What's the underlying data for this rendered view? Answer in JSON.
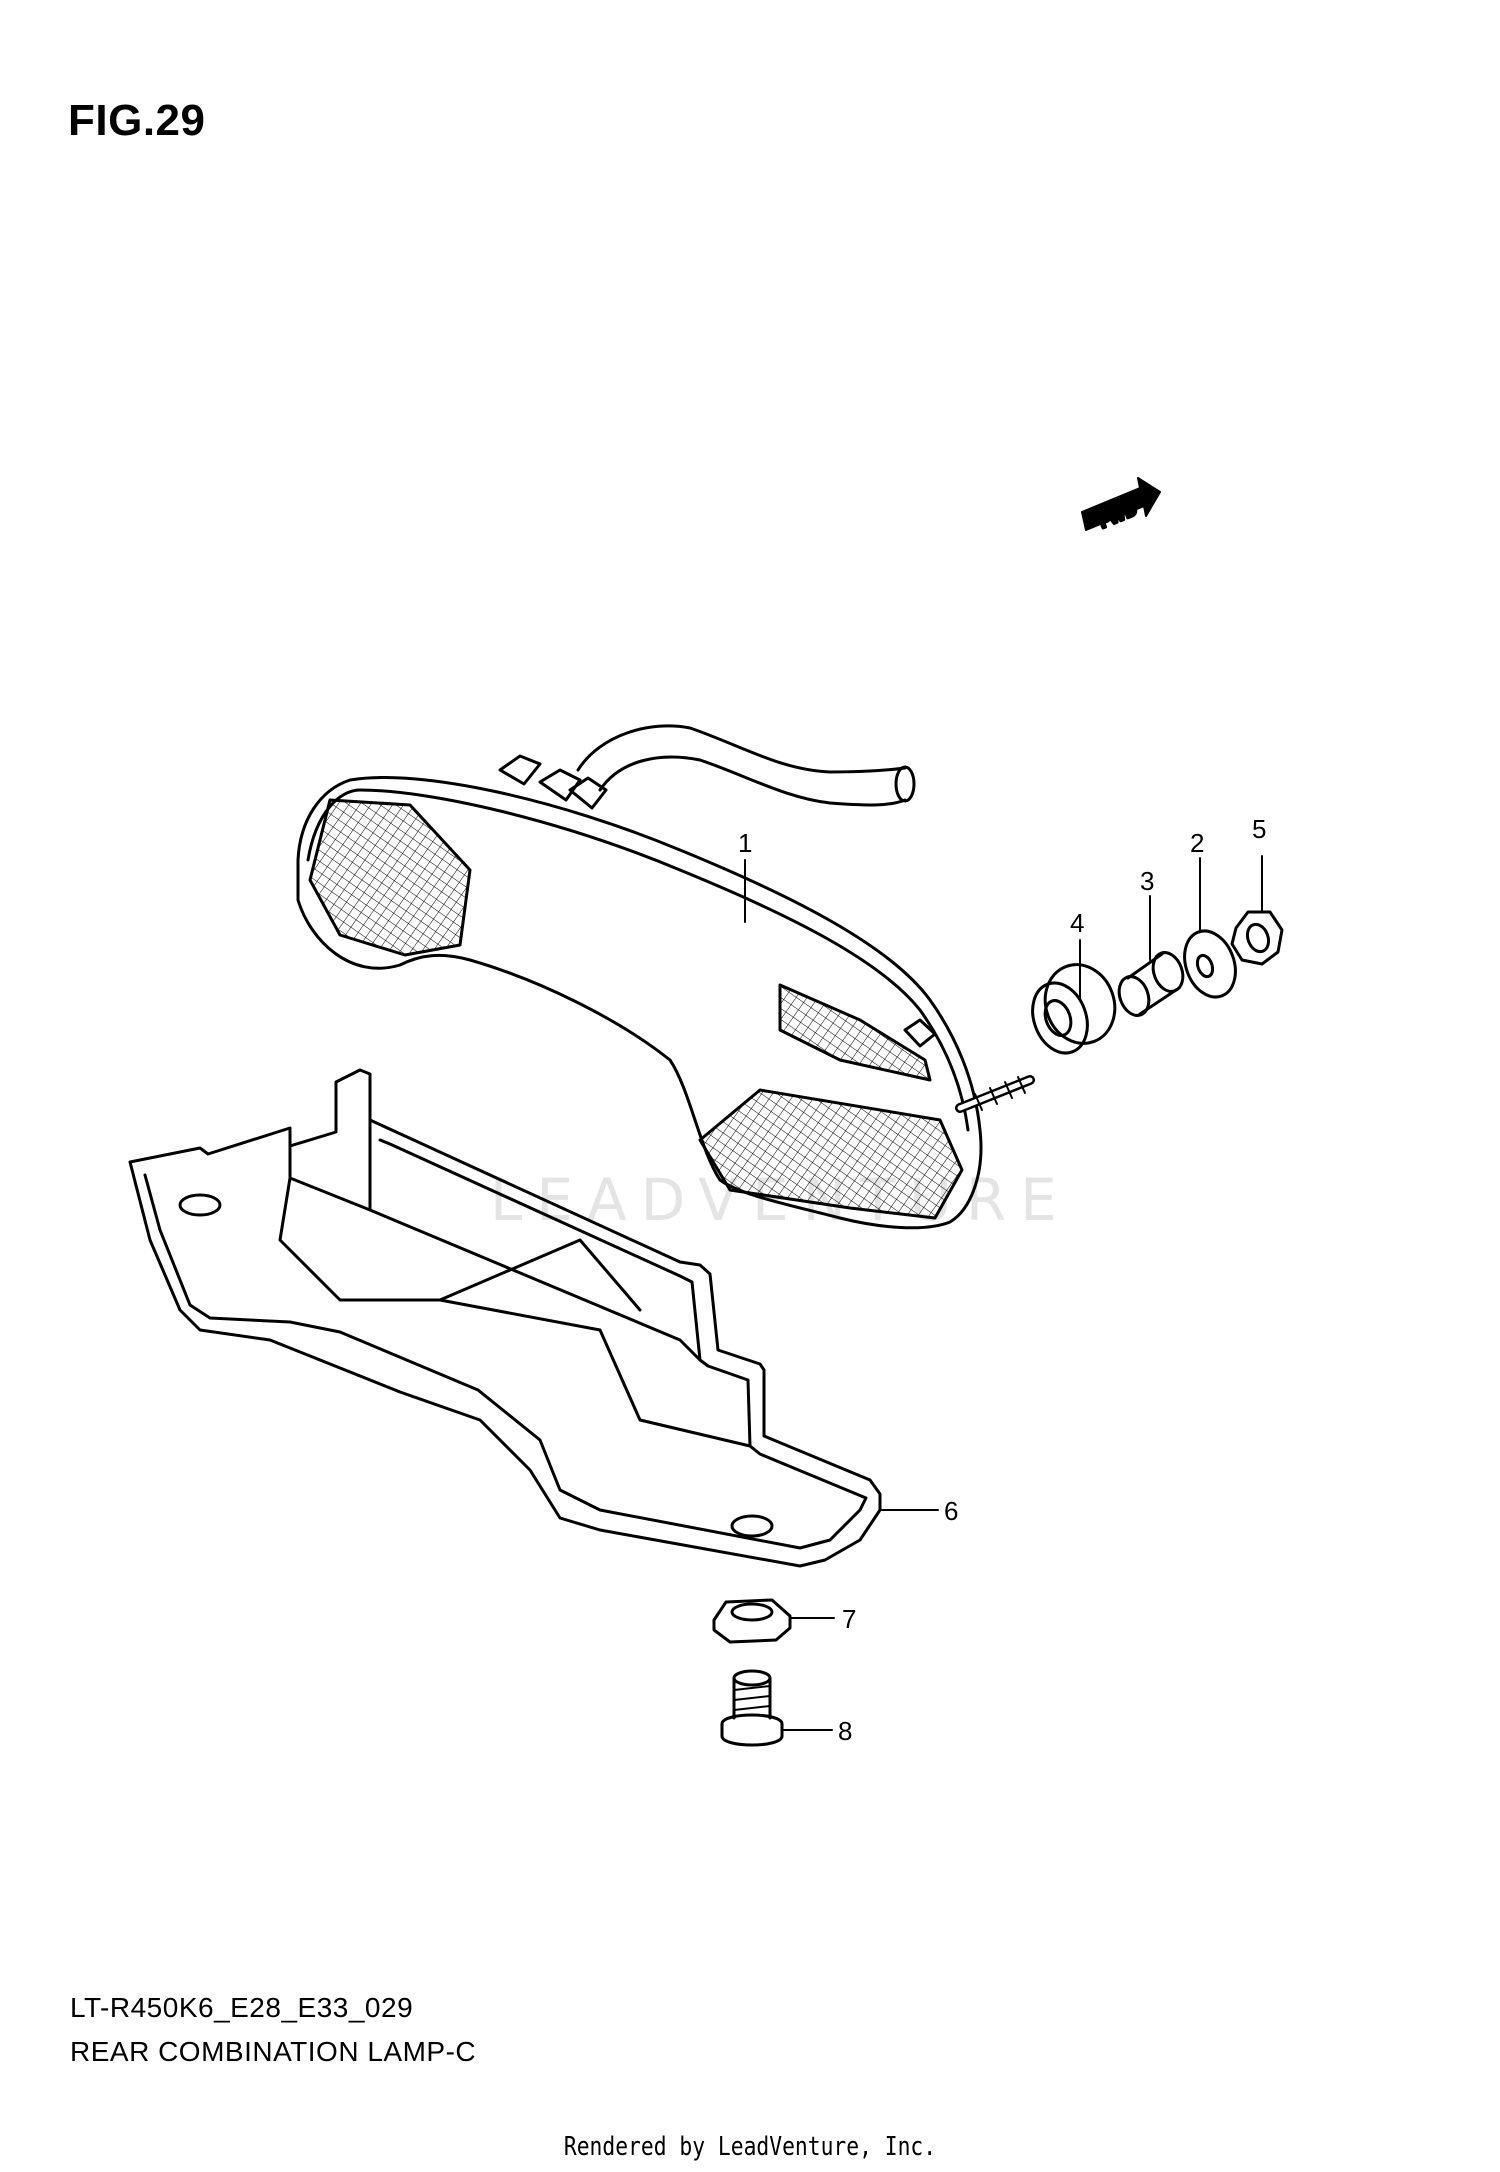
{
  "figure": {
    "title": "FIG.29",
    "watermark": "LEADVENTURE"
  },
  "fwd_badge": {
    "label": "FWD"
  },
  "callouts": {
    "c1": "1",
    "c2": "2",
    "c3": "3",
    "c4": "4",
    "c5": "5",
    "c6": "6",
    "c7": "7",
    "c8": "8"
  },
  "footer": {
    "code": "LT-R450K6_E28_E33_029",
    "name": "REAR COMBINATION LAMP-C",
    "rendered_by": "Rendered by LeadVenture, Inc."
  }
}
